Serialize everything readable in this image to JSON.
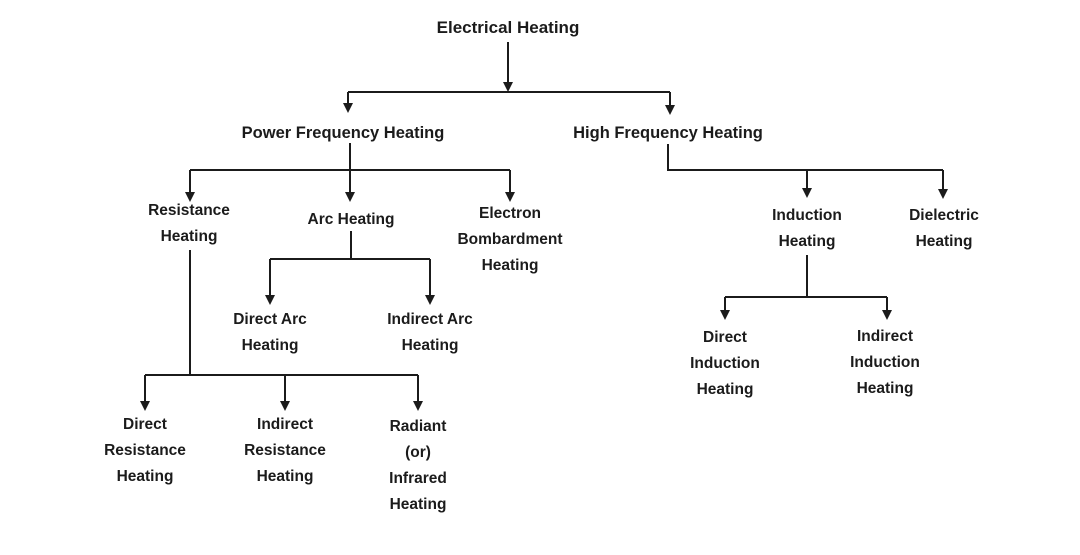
{
  "diagram": {
    "title": "Electrical Heating classification tree",
    "colors": {
      "background": "#ffffff",
      "text": "#1b1b1b",
      "line": "#1b1b1b"
    },
    "nodes": {
      "electrical_heating": {
        "label": "Electrical Heating"
      },
      "power_frequency_heating": {
        "label": "Power Frequency Heating"
      },
      "high_frequency_heating": {
        "label": "High Frequency Heating"
      },
      "resistance_heating": {
        "label": "Resistance\nHeating"
      },
      "arc_heating": {
        "label": "Arc Heating"
      },
      "electron_bombardment_heating": {
        "label": "Electron\nBombardment\nHeating"
      },
      "induction_heating": {
        "label": "Induction\nHeating"
      },
      "dielectric_heating": {
        "label": "Dielectric\nHeating"
      },
      "direct_arc_heating": {
        "label": "Direct Arc\nHeating"
      },
      "indirect_arc_heating": {
        "label": "Indirect Arc\nHeating"
      },
      "direct_resistance_heating": {
        "label": "Direct\nResistance\nHeating"
      },
      "indirect_resistance_heating": {
        "label": "Indirect\nResistance\nHeating"
      },
      "radiant_infrared_heating": {
        "label": "Radiant\n(or)\nInfrared\nHeating"
      },
      "direct_induction_heating": {
        "label": "Direct\nInduction\nHeating"
      },
      "indirect_induction_heating": {
        "label": "Indirect\nInduction\nHeating"
      }
    },
    "hierarchy": {
      "Electrical Heating": {
        "Power Frequency Heating": {
          "Resistance Heating": [
            "Direct Resistance Heating",
            "Indirect Resistance Heating",
            "Radiant (or) Infrared Heating"
          ],
          "Arc Heating": [
            "Direct Arc Heating",
            "Indirect Arc Heating"
          ],
          "Electron Bombardment Heating": []
        },
        "High Frequency Heating": {
          "Induction Heating": [
            "Direct Induction Heating",
            "Indirect Induction Heating"
          ],
          "Dielectric Heating": []
        }
      }
    }
  }
}
